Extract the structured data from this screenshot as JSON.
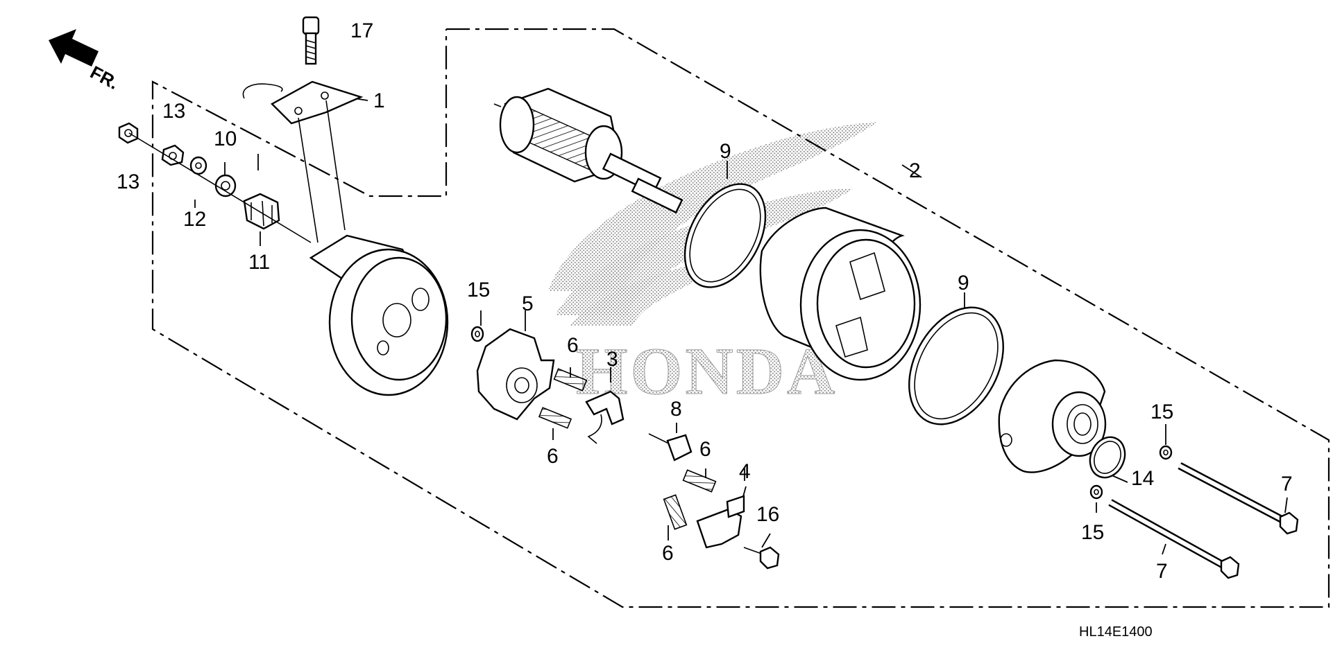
{
  "diagram": {
    "code": "HL14E1400",
    "front_indicator": "FR.",
    "watermark_brand": "HONDA",
    "callouts": [
      "1",
      "2",
      "3",
      "4",
      "5",
      "6",
      "6",
      "6",
      "6",
      "7",
      "7",
      "8",
      "9",
      "9",
      "10",
      "11",
      "12",
      "13",
      "13",
      "14",
      "15",
      "15",
      "15",
      "16",
      "17"
    ]
  },
  "colors": {
    "ink": "#000000",
    "paper": "#ffffff",
    "watermark": "#9a9a9a"
  }
}
